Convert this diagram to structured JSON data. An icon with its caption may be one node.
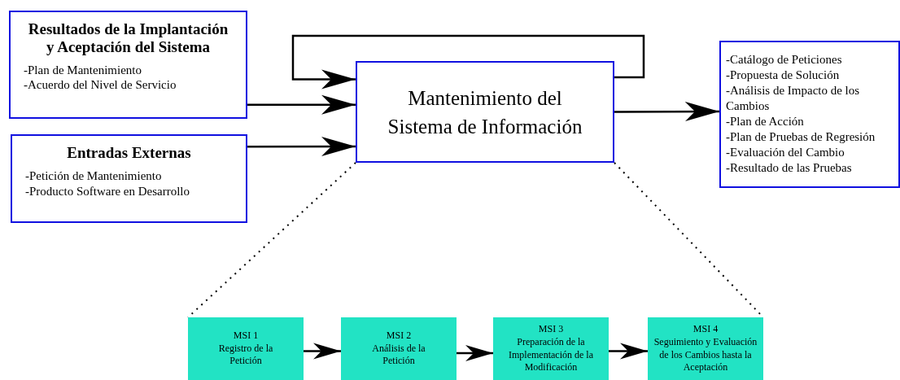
{
  "diagram": {
    "nodes": [
      {
        "text": [
          "Resultados de la Implantación y Aceptación del Sistema",
          "-Plan de Mantenimiento",
          "-Acuerdo del Nivel de Servicio"
        ]
      },
      {
        "text": [
          "Entradas Externas",
          "-Petición de Mantenimiento",
          "-Producto Software en Desarrollo"
        ]
      },
      {
        "text": [
          "Mantenimiento del Sistema de Información"
        ]
      },
      {
        "text": [
          "-Catálogo de Peticiones",
          "-Propuesta de Solución",
          "-Análisis de Impacto de los Cambios",
          "-Plan de Acción",
          "-Plan de Pruebas de Regresión",
          "-Evaluación del Cambio",
          "-Resultado de las Pruebas"
        ]
      },
      {
        "text": [
          "MSI 1",
          "Registro de la Petición"
        ]
      },
      {
        "text": [
          "MSI 2",
          "Análisis de la Petición"
        ]
      },
      {
        "text": [
          "MSI 3",
          "Preparación de la Implementación de la Modificación"
        ]
      },
      {
        "text": [
          "MSI 4",
          "Seguimiento y Evaluación de los Cambios hasta la Aceptación"
        ]
      }
    ],
    "edges": [
      {
        "from": 0,
        "to": 2,
        "arrow": "to"
      },
      {
        "from": 1,
        "to": 2,
        "arrow": "to"
      },
      {
        "from": 2,
        "to": 2,
        "arrow": "to"
      },
      {
        "from": 2,
        "to": 3,
        "arrow": "to"
      },
      {
        "from": 4,
        "to": 5,
        "arrow": "to"
      },
      {
        "from": 5,
        "to": 6,
        "arrow": "to"
      },
      {
        "from": 6,
        "to": 7,
        "arrow": "to"
      },
      {
        "from": 2,
        "to": 4,
        "arrow": "none",
        "style": "dashed"
      },
      {
        "from": 2,
        "to": 7,
        "arrow": "none",
        "style": "dashed"
      }
    ]
  }
}
